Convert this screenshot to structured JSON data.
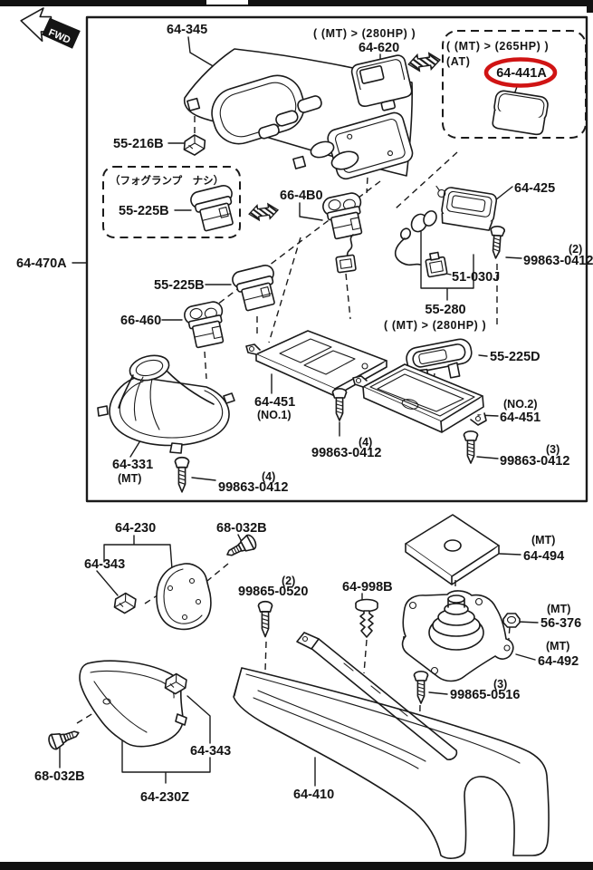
{
  "fwd": {
    "label": "FWD"
  },
  "colors": {
    "ink": "#1a1a1a",
    "highlight": "#d01414",
    "paper": "#ffffff"
  },
  "assembly_ref": "64-470A",
  "upper": {
    "panel": "64-345",
    "variant_top": "( (MT) > (280HP) )",
    "clock": "64-620",
    "alt": {
      "variant": "( (MT) > (265HP) )",
      "trans": "(AT)",
      "part": "64-441A"
    },
    "clip": "55-216B",
    "fog": {
      "note": "（フォグランプ　ナシ）",
      "part": "55-225B"
    },
    "switch_4b0": "66-4B0",
    "ashtray": "64-425",
    "screw_ashtray": {
      "qty": "(2)",
      "part": "99863-0412"
    },
    "socket": "51-030J",
    "harness": "55-280",
    "variant_mid": "( (MT) > (280HP) )",
    "switch_d": "55-225D",
    "switch_b": "55-225B",
    "switch_660": "66-460",
    "plate1": {
      "pos": "(NO.1)",
      "part": "64-451"
    },
    "screw_plate1": {
      "qty": "(4)",
      "part": "99863-0412"
    },
    "plate2": {
      "pos": "(NO.2)",
      "part": "64-451"
    },
    "screw_plate2": {
      "qty": "(3)",
      "part": "99863-0412"
    },
    "boot": {
      "part": "64-331",
      "trans": "(MT)"
    },
    "screw_boot": {
      "qty": "(4)",
      "part": "99863-0412"
    }
  },
  "lower": {
    "rear_panel": "64-230",
    "bolt_a": "68-032B",
    "clip_a": "64-343",
    "screw_0520": {
      "qty": "(2)",
      "part": "99865-0520"
    },
    "pin": "64-998B",
    "pad": {
      "trans": "(MT)",
      "part": "64-494"
    },
    "nut": {
      "trans": "(MT)",
      "part": "56-376"
    },
    "mount": {
      "trans": "(MT)",
      "part": "64-492"
    },
    "screw_0516": {
      "qty": "(3)",
      "part": "99865-0516"
    },
    "console": "64-410",
    "clip_b": "64-343",
    "bolt_b": "68-032B",
    "bracket": "64-230Z"
  }
}
